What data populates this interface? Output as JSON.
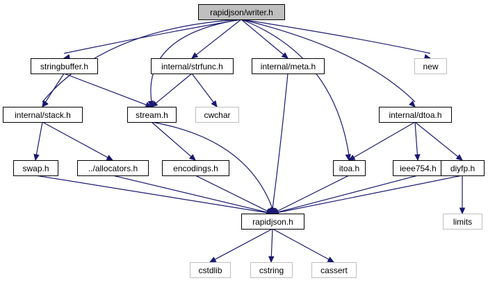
{
  "colors": {
    "edge": "#191970",
    "node_border": "#000000",
    "external_border": "#bfbfbf",
    "root_fill": "#bfbfbf",
    "background": "#ffffff"
  },
  "nodes": [
    {
      "id": "writer",
      "label": "rapidjson/writer.h",
      "kind": "root"
    },
    {
      "id": "stringbuffer",
      "label": "stringbuffer.h",
      "kind": "internal"
    },
    {
      "id": "strfunc",
      "label": "internal/strfunc.h",
      "kind": "internal"
    },
    {
      "id": "meta",
      "label": "internal/meta.h",
      "kind": "internal"
    },
    {
      "id": "new",
      "label": "new",
      "kind": "external"
    },
    {
      "id": "stack",
      "label": "internal/stack.h",
      "kind": "internal"
    },
    {
      "id": "stream",
      "label": "stream.h",
      "kind": "internal"
    },
    {
      "id": "cwchar",
      "label": "cwchar",
      "kind": "external"
    },
    {
      "id": "dtoa",
      "label": "internal/dtoa.h",
      "kind": "internal"
    },
    {
      "id": "swap",
      "label": "swap.h",
      "kind": "internal"
    },
    {
      "id": "allocators",
      "label": "../allocators.h",
      "kind": "internal"
    },
    {
      "id": "encodings",
      "label": "encodings.h",
      "kind": "internal"
    },
    {
      "id": "itoa",
      "label": "itoa.h",
      "kind": "internal"
    },
    {
      "id": "ieee754",
      "label": "ieee754.h",
      "kind": "internal"
    },
    {
      "id": "diyfp",
      "label": "diyfp.h",
      "kind": "internal"
    },
    {
      "id": "rapidjson",
      "label": "rapidjson.h",
      "kind": "internal"
    },
    {
      "id": "limits",
      "label": "limits",
      "kind": "external"
    },
    {
      "id": "cstdlib",
      "label": "cstdlib",
      "kind": "external"
    },
    {
      "id": "cstring",
      "label": "cstring",
      "kind": "external"
    },
    {
      "id": "cassert",
      "label": "cassert",
      "kind": "external"
    }
  ],
  "edges": [
    {
      "from": "writer",
      "to": "stringbuffer"
    },
    {
      "from": "writer",
      "to": "strfunc"
    },
    {
      "from": "writer",
      "to": "meta"
    },
    {
      "from": "writer",
      "to": "new"
    },
    {
      "from": "writer",
      "to": "stack"
    },
    {
      "from": "writer",
      "to": "stream"
    },
    {
      "from": "writer",
      "to": "itoa"
    },
    {
      "from": "writer",
      "to": "dtoa"
    },
    {
      "from": "stringbuffer",
      "to": "stack"
    },
    {
      "from": "stringbuffer",
      "to": "stream"
    },
    {
      "from": "strfunc",
      "to": "stream"
    },
    {
      "from": "strfunc",
      "to": "cwchar"
    },
    {
      "from": "meta",
      "to": "rapidjson"
    },
    {
      "from": "stack",
      "to": "swap"
    },
    {
      "from": "stack",
      "to": "allocators"
    },
    {
      "from": "stream",
      "to": "encodings"
    },
    {
      "from": "stream",
      "to": "rapidjson"
    },
    {
      "from": "dtoa",
      "to": "itoa"
    },
    {
      "from": "dtoa",
      "to": "ieee754"
    },
    {
      "from": "dtoa",
      "to": "diyfp"
    },
    {
      "from": "swap",
      "to": "rapidjson"
    },
    {
      "from": "allocators",
      "to": "rapidjson"
    },
    {
      "from": "encodings",
      "to": "rapidjson"
    },
    {
      "from": "itoa",
      "to": "rapidjson"
    },
    {
      "from": "ieee754",
      "to": "rapidjson"
    },
    {
      "from": "diyfp",
      "to": "rapidjson"
    },
    {
      "from": "diyfp",
      "to": "limits"
    },
    {
      "from": "rapidjson",
      "to": "cstdlib"
    },
    {
      "from": "rapidjson",
      "to": "cstring"
    },
    {
      "from": "rapidjson",
      "to": "cassert"
    }
  ]
}
